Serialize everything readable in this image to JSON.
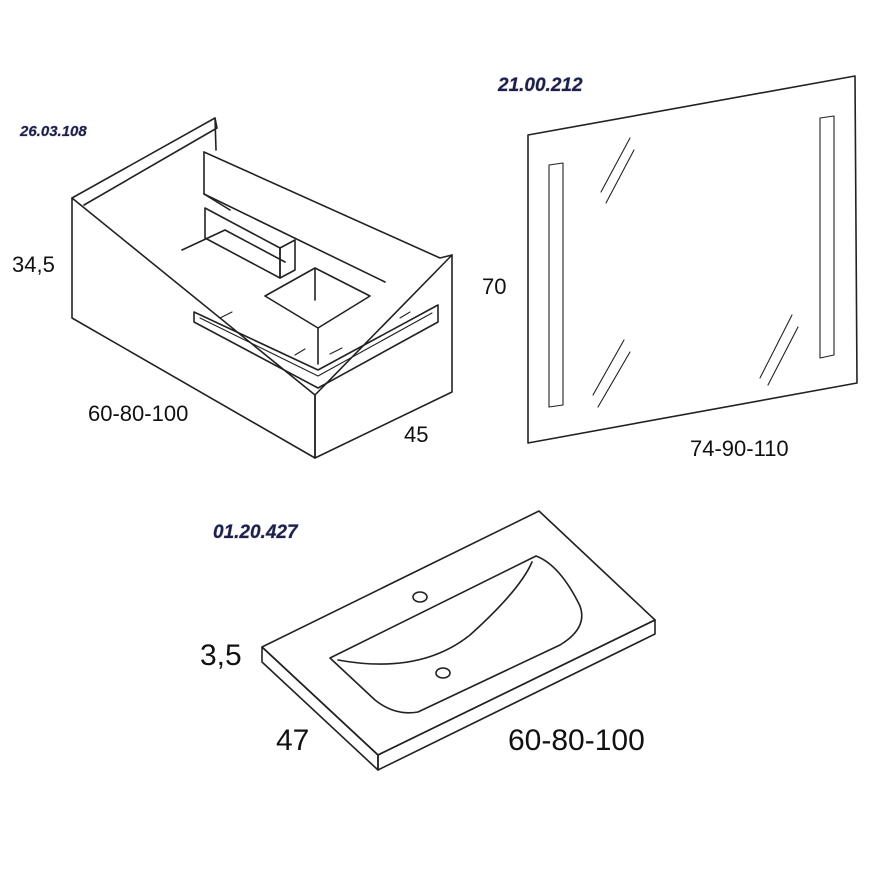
{
  "cabinet": {
    "code": "26.03.108",
    "height_label": "34,5",
    "width_label": "60-80-100",
    "depth_label": "45"
  },
  "mirror": {
    "code": "21.00.212",
    "height_label": "70",
    "width_label": "74-90-110"
  },
  "basin": {
    "code": "01.20.427",
    "thickness_label": "3,5",
    "depth_label": "47",
    "width_label": "60-80-100"
  }
}
